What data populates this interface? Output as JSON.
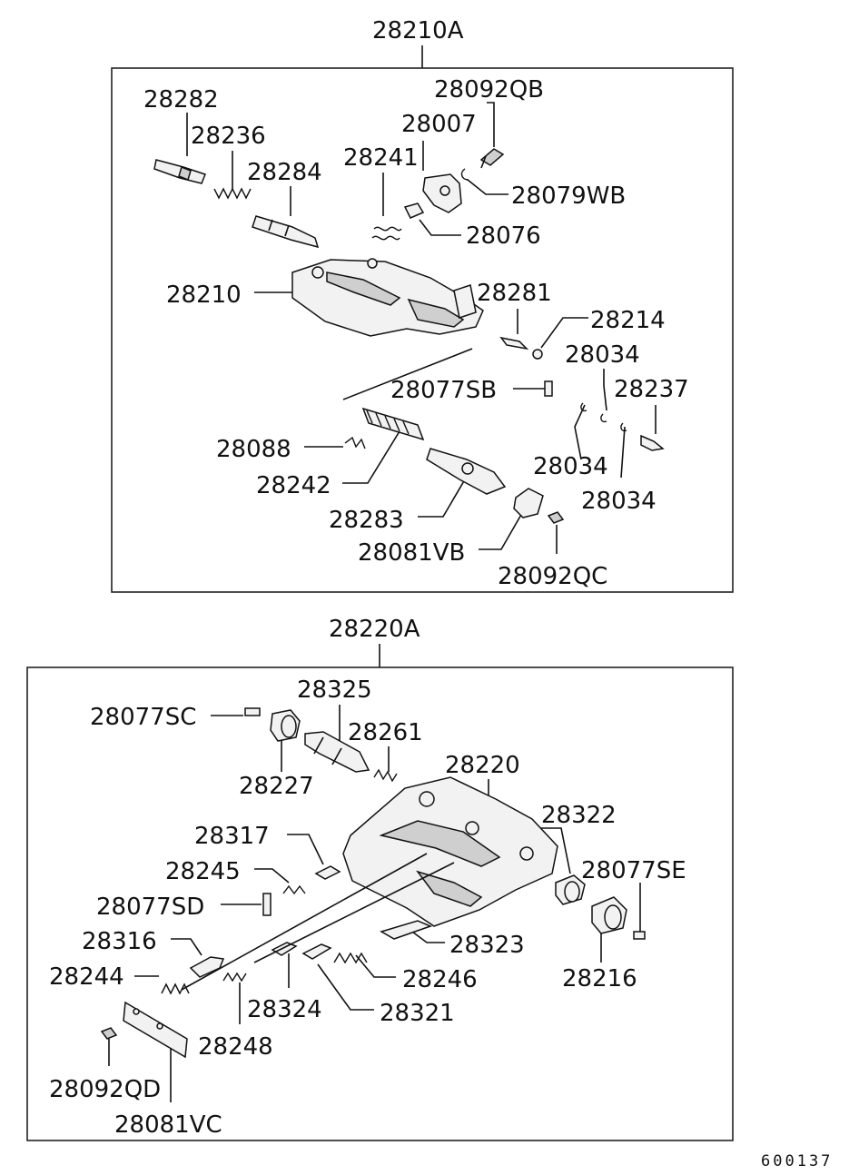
{
  "groups": [
    {
      "id": "28210A",
      "label": "28210A",
      "parts": [
        "28282",
        "28236",
        "28284",
        "28241",
        "28007",
        "28092QB",
        "28079WB",
        "28076",
        "28210",
        "28281",
        "28214",
        "28034",
        "28077SB",
        "28237",
        "28088",
        "28242",
        "28283",
        "28081VB",
        "28092QC"
      ]
    },
    {
      "id": "28220A",
      "label": "28220A",
      "parts": [
        "28325",
        "28077SC",
        "28261",
        "28227",
        "28220",
        "28317",
        "28322",
        "28245",
        "28077SE",
        "28077SD",
        "28323",
        "28316",
        "28216",
        "28244",
        "28246",
        "28324",
        "28321",
        "28248",
        "28092QD",
        "28081VC"
      ]
    }
  ],
  "labels": {
    "g1": "28210A",
    "p28282": "28282",
    "p28236": "28236",
    "p28284": "28284",
    "p28241": "28241",
    "p28007": "28007",
    "p28092QB": "28092QB",
    "p28079WB": "28079WB",
    "p28076": "28076",
    "p28210": "28210",
    "p28281": "28281",
    "p28214": "28214",
    "p28034a": "28034",
    "p28077SB": "28077SB",
    "p28237": "28237",
    "p28088": "28088",
    "p28034b": "28034",
    "p28242": "28242",
    "p28034c": "28034",
    "p28283": "28283",
    "p28081VB": "28081VB",
    "p28092QC": "28092QC",
    "g2": "28220A",
    "p28325": "28325",
    "p28077SC": "28077SC",
    "p28261": "28261",
    "p28227": "28227",
    "p28220": "28220",
    "p28317": "28317",
    "p28322": "28322",
    "p28245": "28245",
    "p28077SE": "28077SE",
    "p28077SD": "28077SD",
    "p28323": "28323",
    "p28316": "28316",
    "p28216": "28216",
    "p28244": "28244",
    "p28246": "28246",
    "p28324": "28324",
    "p28321": "28321",
    "p28248": "28248",
    "p28092QD": "28092QD",
    "p28081VC": "28081VC"
  },
  "figure_number": "600137",
  "colors": {
    "line": "#111111",
    "background": "#ffffff",
    "part_fill": "#f2f2f2"
  }
}
